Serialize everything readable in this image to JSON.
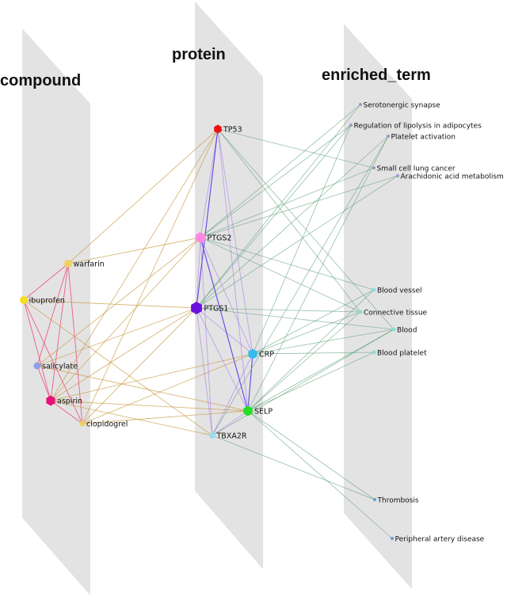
{
  "layers": [
    {
      "key": "compound",
      "title": "compound"
    },
    {
      "key": "protein",
      "title": "protein"
    },
    {
      "key": "enriched_term",
      "title": "enriched_term"
    }
  ],
  "nodes": {
    "compounds": [
      {
        "id": "warfarin",
        "label": "warfarin",
        "color": "#f0d060",
        "shape": "dot"
      },
      {
        "id": "ibuprofen",
        "label": "ibuprofen",
        "color": "#f5e020",
        "shape": "dot"
      },
      {
        "id": "salicylate",
        "label": "salicylate",
        "color": "#8da0e8",
        "shape": "dot"
      },
      {
        "id": "aspirin",
        "label": "aspirin",
        "color": "#e8107a",
        "shape": "hexagon"
      },
      {
        "id": "clopidogrel",
        "label": "clopidogrel",
        "color": "#f0d060",
        "shape": "dot"
      }
    ],
    "proteins": [
      {
        "id": "TP53",
        "label": "TP53",
        "color": "#ee1111",
        "shape": "hexagon"
      },
      {
        "id": "PTGS2",
        "label": "PTGS2",
        "color": "#ff88e0",
        "shape": "hexagon"
      },
      {
        "id": "PTGS1",
        "label": "PTGS1",
        "color": "#6a10e0",
        "shape": "hexagon"
      },
      {
        "id": "CRP",
        "label": "CRP",
        "color": "#33bbee",
        "shape": "hexagon"
      },
      {
        "id": "SELP",
        "label": "SELP",
        "color": "#22dd22",
        "shape": "hexagon"
      },
      {
        "id": "TBXA2R",
        "label": "TBXA2R",
        "color": "#99ddee",
        "shape": "dot"
      }
    ],
    "terms": [
      {
        "id": "serotonergic",
        "label": "Serotonergic synapse",
        "color": "#9999cc"
      },
      {
        "id": "lipolysis",
        "label": "Regulation of lipolysis in adipocytes",
        "color": "#9999cc"
      },
      {
        "id": "platelet_activation",
        "label": "Platelet activation",
        "color": "#9999cc"
      },
      {
        "id": "small_cell",
        "label": "Small cell lung cancer",
        "color": "#9999cc"
      },
      {
        "id": "arachidonic",
        "label": "Arachidonic acid metabolism",
        "color": "#9999cc"
      },
      {
        "id": "blood_vessel",
        "label": "Blood vessel",
        "color": "#88dddd"
      },
      {
        "id": "connective",
        "label": "Connective tissue",
        "color": "#88dddd"
      },
      {
        "id": "blood",
        "label": "Blood",
        "color": "#88dddd"
      },
      {
        "id": "blood_platelet",
        "label": "Blood platelet",
        "color": "#88dddd"
      },
      {
        "id": "thrombosis",
        "label": "Thrombosis",
        "color": "#6699dd"
      },
      {
        "id": "pad",
        "label": "Peripheral artery disease",
        "color": "#6699dd"
      }
    ]
  },
  "edges": {
    "compound_compound": [
      [
        "warfarin",
        "ibuprofen"
      ],
      [
        "warfarin",
        "salicylate"
      ],
      [
        "warfarin",
        "aspirin"
      ],
      [
        "ibuprofen",
        "aspirin"
      ],
      [
        "ibuprofen",
        "clopidogrel"
      ],
      [
        "salicylate",
        "aspirin"
      ],
      [
        "aspirin",
        "clopidogrel"
      ],
      [
        "warfarin",
        "clopidogrel"
      ]
    ],
    "compound_protein": [
      [
        "warfarin",
        "TP53"
      ],
      [
        "warfarin",
        "PTGS2"
      ],
      [
        "ibuprofen",
        "PTGS1"
      ],
      [
        "salicylate",
        "PTGS2"
      ],
      [
        "salicylate",
        "PTGS1"
      ],
      [
        "aspirin",
        "TP53"
      ],
      [
        "aspirin",
        "PTGS2"
      ],
      [
        "aspirin",
        "PTGS1"
      ],
      [
        "aspirin",
        "CRP"
      ],
      [
        "aspirin",
        "SELP"
      ],
      [
        "aspirin",
        "TBXA2R"
      ],
      [
        "clopidogrel",
        "CRP"
      ],
      [
        "clopidogrel",
        "SELP"
      ],
      [
        "clopidogrel",
        "PTGS1"
      ],
      [
        "clopidogrel",
        "TP53"
      ],
      [
        "ibuprofen",
        "TBXA2R"
      ],
      [
        "salicylate",
        "SELP"
      ]
    ],
    "protein_protein": [
      [
        "TP53",
        "PTGS2"
      ],
      [
        "TP53",
        "PTGS1"
      ],
      [
        "TP53",
        "CRP"
      ],
      [
        "TP53",
        "SELP"
      ],
      [
        "PTGS2",
        "PTGS1"
      ],
      [
        "PTGS2",
        "CRP"
      ],
      [
        "PTGS2",
        "SELP"
      ],
      [
        "PTGS2",
        "TBXA2R"
      ],
      [
        "PTGS1",
        "CRP"
      ],
      [
        "PTGS1",
        "SELP"
      ],
      [
        "PTGS1",
        "TBXA2R"
      ],
      [
        "CRP",
        "SELP"
      ],
      [
        "CRP",
        "TBXA2R"
      ],
      [
        "SELP",
        "TBXA2R"
      ]
    ],
    "protein_term": [
      [
        "TP53",
        "small_cell"
      ],
      [
        "TP53",
        "connective"
      ],
      [
        "TP53",
        "blood"
      ],
      [
        "PTGS2",
        "serotonergic"
      ],
      [
        "PTGS2",
        "lipolysis"
      ],
      [
        "PTGS2",
        "small_cell"
      ],
      [
        "PTGS2",
        "arachidonic"
      ],
      [
        "PTGS2",
        "blood_vessel"
      ],
      [
        "PTGS2",
        "connective"
      ],
      [
        "PTGS1",
        "serotonergic"
      ],
      [
        "PTGS1",
        "lipolysis"
      ],
      [
        "PTGS1",
        "platelet_activation"
      ],
      [
        "PTGS1",
        "arachidonic"
      ],
      [
        "PTGS1",
        "blood"
      ],
      [
        "PTGS1",
        "connective"
      ],
      [
        "CRP",
        "blood_vessel"
      ],
      [
        "CRP",
        "connective"
      ],
      [
        "CRP",
        "blood"
      ],
      [
        "CRP",
        "blood_platelet"
      ],
      [
        "CRP",
        "lipolysis"
      ],
      [
        "SELP",
        "platelet_activation"
      ],
      [
        "SELP",
        "blood_vessel"
      ],
      [
        "SELP",
        "blood"
      ],
      [
        "SELP",
        "blood_platelet"
      ],
      [
        "SELP",
        "thrombosis"
      ],
      [
        "SELP",
        "pad"
      ],
      [
        "SELP",
        "connective"
      ],
      [
        "TBXA2R",
        "platelet_activation"
      ],
      [
        "TBXA2R",
        "thrombosis"
      ],
      [
        "TBXA2R",
        "blood"
      ]
    ]
  },
  "colors": {
    "plane": "#e4e3e4",
    "compound_compound_edge": "#ee3366",
    "compound_protein_edge": "#c89a40",
    "protein_protein_edge": "#9a70e8",
    "protein_term_edge": "#5aa07a",
    "term_term_edge": "#8888cc"
  }
}
